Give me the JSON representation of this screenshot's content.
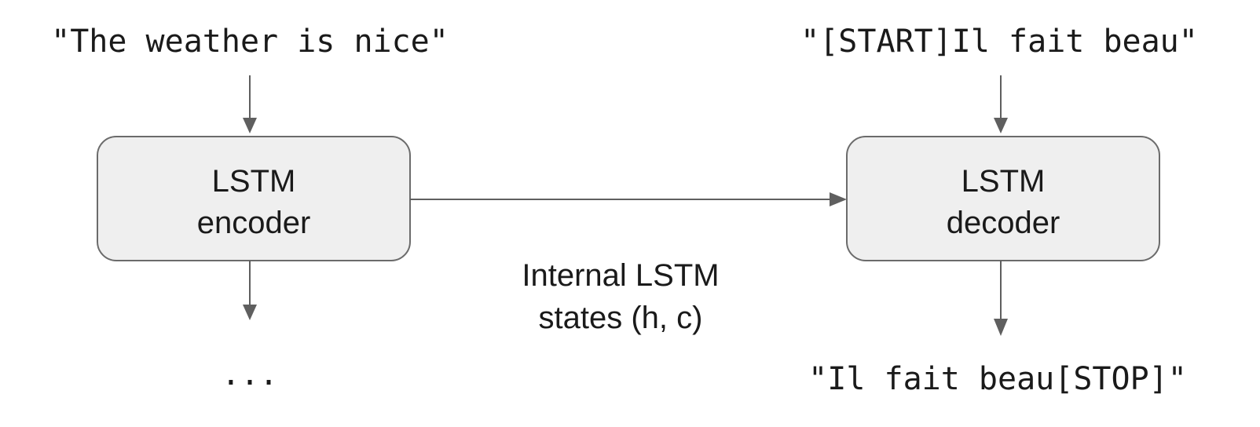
{
  "input_sentence": "\"The weather is nice\"",
  "decoder_input": "\"[START]Il fait beau\"",
  "decoder_output": "\"Il fait beau[STOP]\"",
  "encoder_output": "...",
  "encoder": {
    "line1": "LSTM",
    "line2": "encoder"
  },
  "decoder": {
    "line1": "LSTM",
    "line2": "decoder"
  },
  "states_label": {
    "line1": "Internal LSTM",
    "line2": "states (h, c)"
  },
  "colors": {
    "box_fill": "#efefef",
    "box_stroke": "#6b6b6b",
    "arrow": "#5f5f5f",
    "text": "#1a1a1a"
  }
}
